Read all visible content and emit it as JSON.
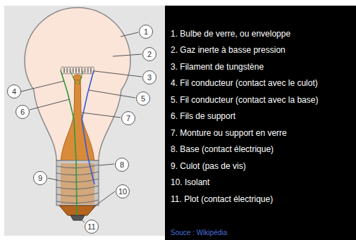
{
  "diagram": {
    "nodes": [
      {
        "text": [
          "1"
        ]
      },
      {
        "text": [
          "2"
        ]
      },
      {
        "text": [
          "3"
        ]
      },
      {
        "text": [
          "4"
        ]
      },
      {
        "text": [
          "5"
        ]
      },
      {
        "text": [
          "6"
        ]
      },
      {
        "text": [
          "7"
        ]
      },
      {
        "text": [
          "8"
        ]
      },
      {
        "text": [
          "9"
        ]
      },
      {
        "text": [
          "10"
        ]
      },
      {
        "text": [
          "11"
        ]
      },
      {
        "text": [
          "1. Bulbe de verre, ou enveloppe",
          "2. Gaz inerte à basse pression",
          "3. Filament de tungstène",
          "4. Fil conducteur (contact avec le culot)",
          "5. Fil conducteur (contact avec la base)",
          "6. Fils de support",
          "7. Monture ou support en verre",
          "8. Base (contact électrique)",
          "9. Culot (pas de vis)",
          "10. Isolant",
          "11. Plot (contact électrique)",
          "Souce : Wikipédia"
        ]
      }
    ]
  }
}
